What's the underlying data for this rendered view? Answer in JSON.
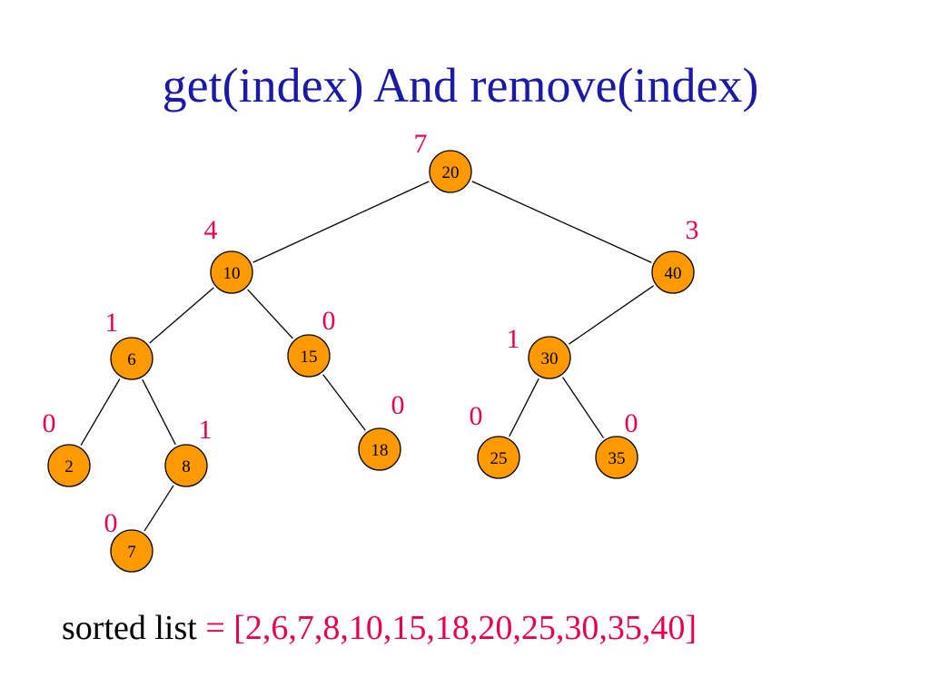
{
  "colors": {
    "title": "#1a1aa6",
    "node_fill": "#ff9900",
    "size_label": "#e6004c",
    "footer_label": "#000000",
    "footer_value": "#e6004c"
  },
  "title": "get(index) And remove(index)",
  "tree": {
    "nodes": [
      {
        "id": "n20",
        "key": "20",
        "left_size": "7"
      },
      {
        "id": "n10",
        "key": "10",
        "left_size": "4"
      },
      {
        "id": "n40",
        "key": "40",
        "left_size": "3"
      },
      {
        "id": "n6",
        "key": "6",
        "left_size": "1"
      },
      {
        "id": "n15",
        "key": "15",
        "left_size": "0"
      },
      {
        "id": "n30",
        "key": "30",
        "left_size": "1"
      },
      {
        "id": "n2",
        "key": "2",
        "left_size": "0"
      },
      {
        "id": "n8",
        "key": "8",
        "left_size": "1"
      },
      {
        "id": "n18",
        "key": "18",
        "left_size": "0"
      },
      {
        "id": "n25",
        "key": "25",
        "left_size": "0"
      },
      {
        "id": "n35",
        "key": "35",
        "left_size": "0"
      },
      {
        "id": "n7",
        "key": "7",
        "left_size": "0"
      }
    ],
    "edges": [
      [
        "n20",
        "n10"
      ],
      [
        "n20",
        "n40"
      ],
      [
        "n10",
        "n6"
      ],
      [
        "n10",
        "n15"
      ],
      [
        "n40",
        "n30"
      ],
      [
        "n6",
        "n2"
      ],
      [
        "n6",
        "n8"
      ],
      [
        "n15",
        "n18"
      ],
      [
        "n30",
        "n25"
      ],
      [
        "n30",
        "n35"
      ],
      [
        "n8",
        "n7"
      ]
    ]
  },
  "footer": {
    "label": "sorted list",
    "value": "= [2,6,7,8,10,15,18,20,25,30,35,40]"
  }
}
